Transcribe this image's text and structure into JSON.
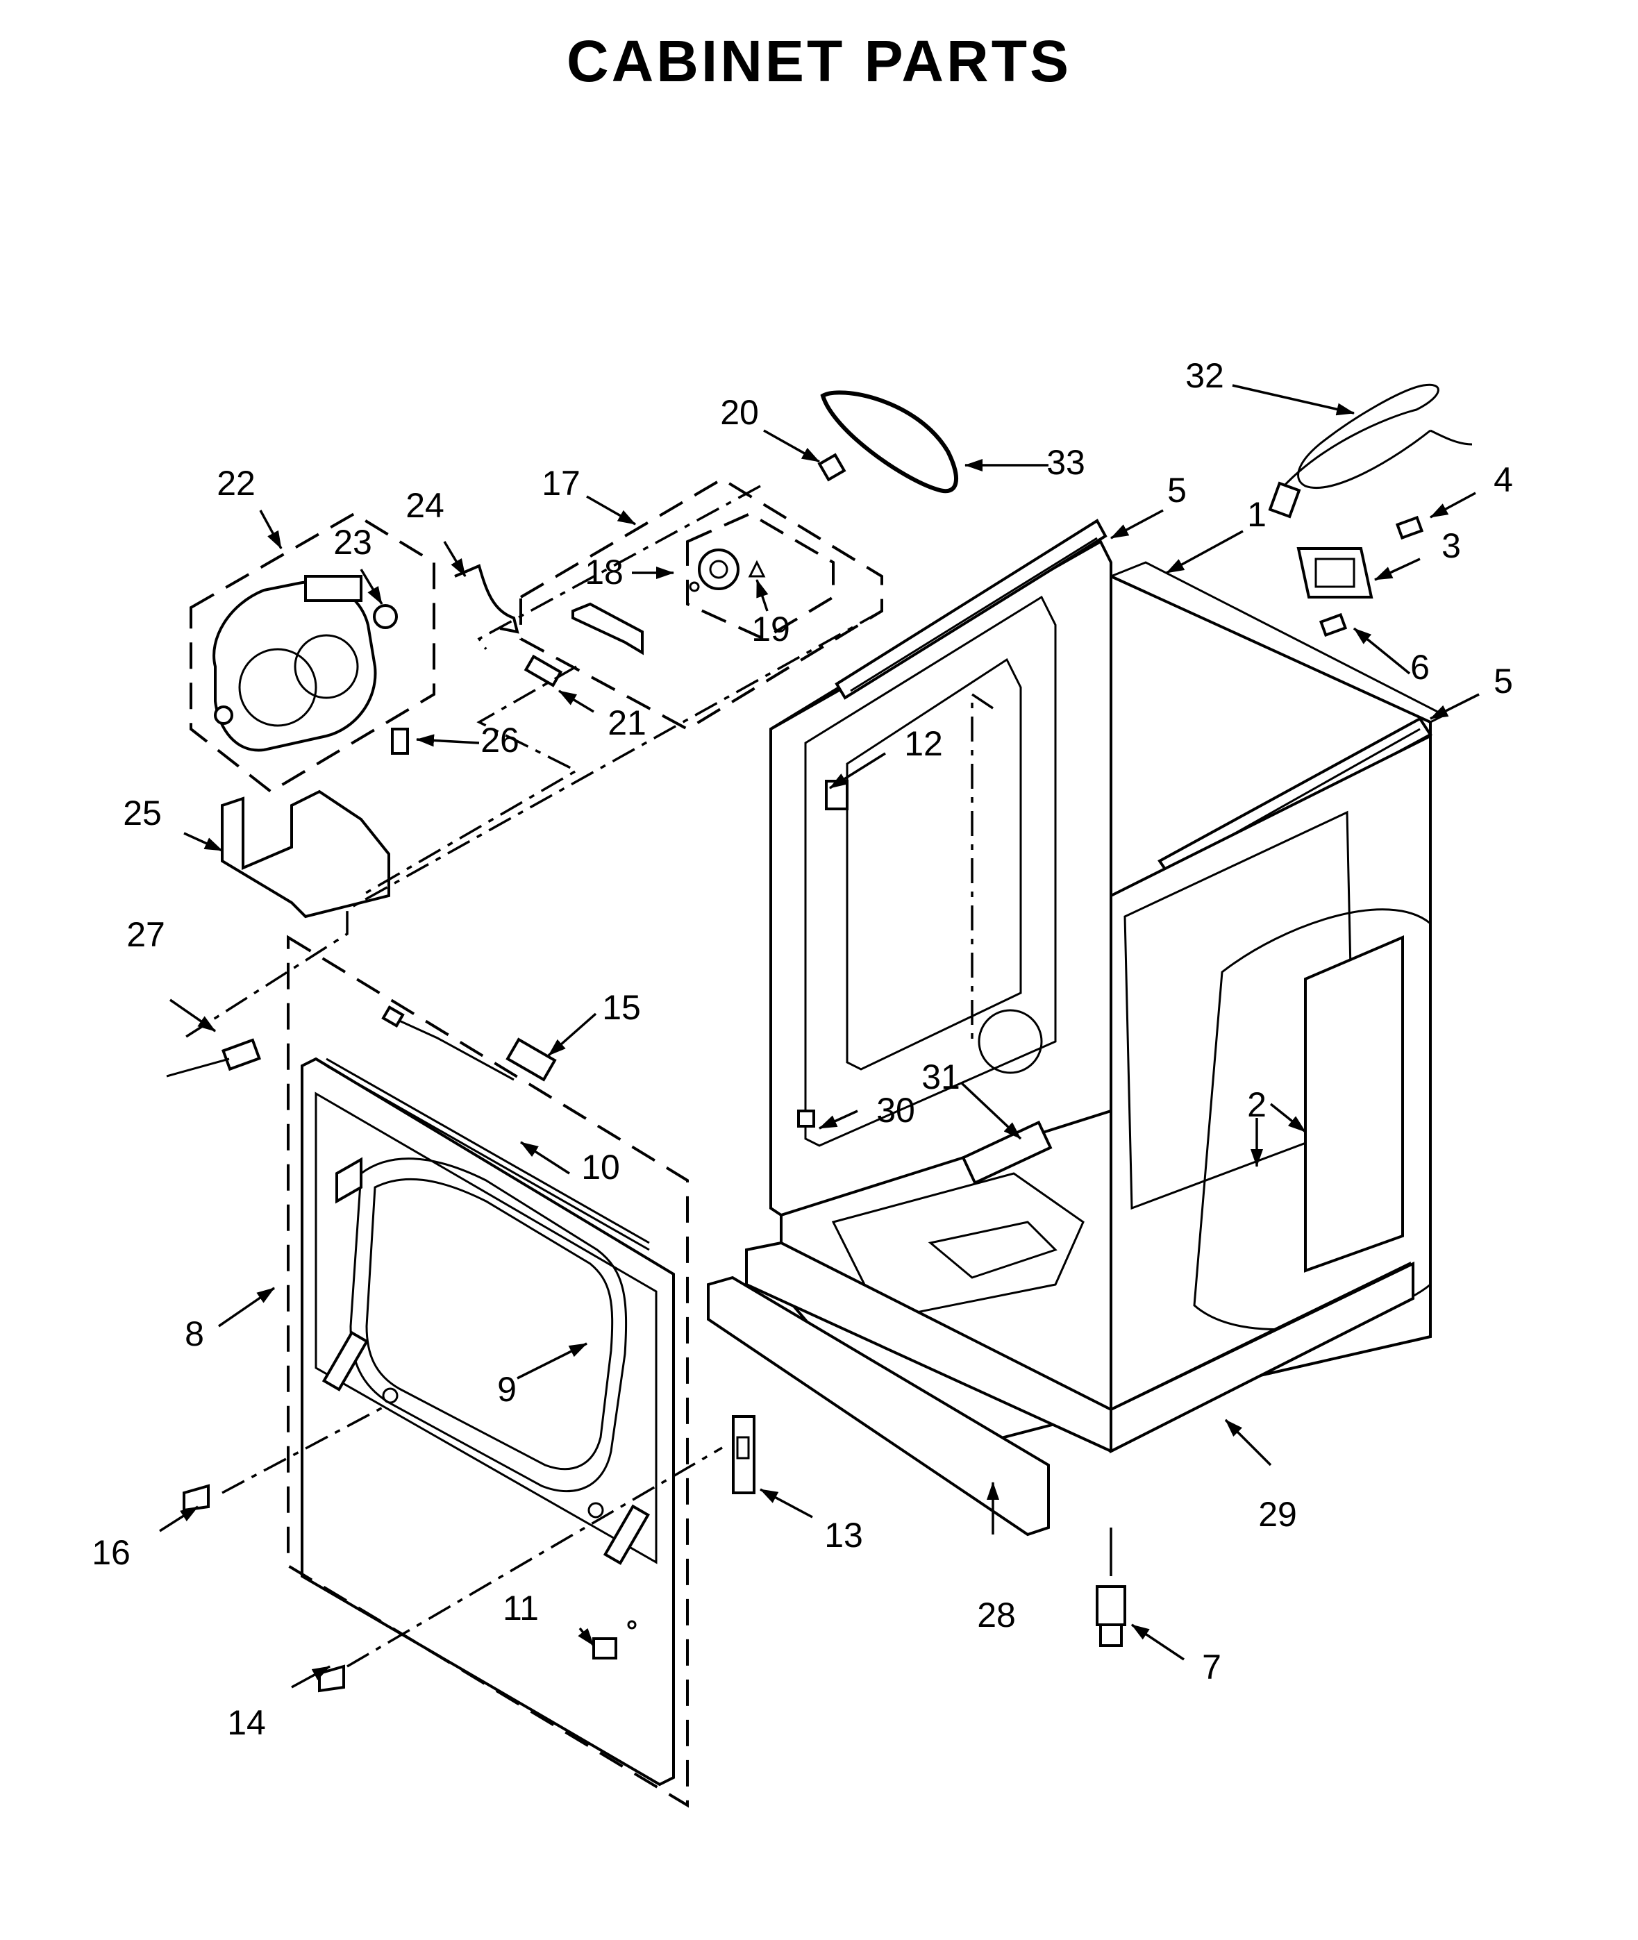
{
  "title": "CABINET PARTS",
  "callouts": [
    {
      "id": "c1",
      "label": "1"
    },
    {
      "id": "c2",
      "label": "2"
    },
    {
      "id": "c3",
      "label": "3"
    },
    {
      "id": "c4",
      "label": "4"
    },
    {
      "id": "c5a",
      "label": "5"
    },
    {
      "id": "c5b",
      "label": "5"
    },
    {
      "id": "c6",
      "label": "6"
    },
    {
      "id": "c7",
      "label": "7"
    },
    {
      "id": "c8",
      "label": "8"
    },
    {
      "id": "c9",
      "label": "9"
    },
    {
      "id": "c10",
      "label": "10"
    },
    {
      "id": "c11",
      "label": "11"
    },
    {
      "id": "c12",
      "label": "12"
    },
    {
      "id": "c13",
      "label": "13"
    },
    {
      "id": "c14",
      "label": "14"
    },
    {
      "id": "c15",
      "label": "15"
    },
    {
      "id": "c16",
      "label": "16"
    },
    {
      "id": "c17",
      "label": "17"
    },
    {
      "id": "c18",
      "label": "18"
    },
    {
      "id": "c19",
      "label": "19"
    },
    {
      "id": "c20",
      "label": "20"
    },
    {
      "id": "c21",
      "label": "21"
    },
    {
      "id": "c22",
      "label": "22"
    },
    {
      "id": "c23",
      "label": "23"
    },
    {
      "id": "c24",
      "label": "24"
    },
    {
      "id": "c25",
      "label": "25"
    },
    {
      "id": "c26",
      "label": "26"
    },
    {
      "id": "c27",
      "label": "27"
    },
    {
      "id": "c28",
      "label": "28"
    },
    {
      "id": "c29",
      "label": "29"
    },
    {
      "id": "c30",
      "label": "30"
    },
    {
      "id": "c31",
      "label": "31"
    },
    {
      "id": "c32",
      "label": "32"
    },
    {
      "id": "c33",
      "label": "33"
    }
  ]
}
